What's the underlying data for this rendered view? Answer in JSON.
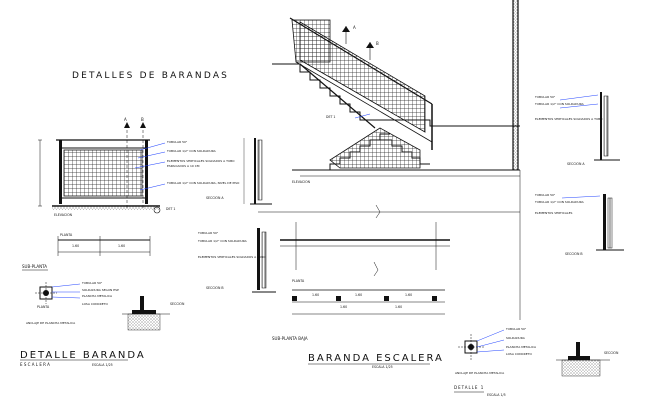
{
  "titles": {
    "detalles": "DETALLES DE BARANDAS",
    "detalle_baranda": "DETALLE BARANDA",
    "escaleras": "ESCALERA",
    "escala_left": "ESCALA 1/25",
    "baranda_escalera": "BARANDA ESCALERA",
    "escala_mid": "ESCALA 1/25",
    "detalle_right": "DETALLE 1",
    "escala_right": "ESCALA 1/5"
  },
  "labels": {
    "det1_marker": "DET 1",
    "det1_elev": "DET 1",
    "elevacion": "ELEVACION",
    "elevacion2": "ELEVACION",
    "seccion_a1": "SECCION A",
    "seccion_b1": "SECCION B",
    "seccion_a2": "SECCION A",
    "seccion_b2": "SECCION B",
    "planta1": "PLANTA",
    "planta2": "PLANTA",
    "planta3": "PLANTA",
    "sub_planta": "SUB-PLANTA",
    "sub_planta_baja": "SUB-PLANTA BAJA",
    "seccion_small": "SECCION",
    "seccion_small2": "SECCION",
    "a1": "A",
    "b1": "B",
    "a2": "A",
    "b2": "B"
  },
  "dims": {
    "d1": "1.60",
    "d2": "1.60",
    "d3": "1.60",
    "d4": "1.60",
    "d5": "1.60",
    "d6": "1.60",
    "d7": "1.60"
  },
  "notes": {
    "tubular_top": "TUBULAR 50\"",
    "tubular_1": "TUBULAR 1/2\" CON SOLDADURA",
    "note_1": "ELEMENTOS VERTICALES SOLDADOS A TUBO",
    "note_2": "ESPACIADOS A 10 CM",
    "note_3": "TUBULAR 1/2\" CON SOLDADURA, NIVEL DE PISO",
    "tubular_r1": "TUBULAR 50\"",
    "tubular_r2": "TUBULAR 1/2\" CON SOLDADURA",
    "note_r": "ELEMENTOS VERTICALES SOLDADOS A TUBO",
    "tubular_r3": "TUBULAR 50\"",
    "tubular_r4": "TUBULAR 1/2\" CON SOLDADURA",
    "note_r2": "ELEMENTOS VERTICALES",
    "tub_mid": "TUBULAR 50\"",
    "tub_mid2": "TUBULAR 1/2\" CON SOLDADURA",
    "note_mid": "ELEMENTOS VERTICALES SOLDADOS A TUBO",
    "det_left1": "TUBULAR 50\"",
    "det_left2": "SOLDADURA SEGUN ESP",
    "det_left3": "PLANCHA METALICA",
    "det_left4": "LOSA CONCRETO",
    "anclaje": "ANCLAJE DE PLANCHA METALICA",
    "det_r1": "TUBULAR 50\"",
    "det_r2": "SOLDADURA",
    "det_r3": "PLANCHA METALICA",
    "det_r4": "LOSA CONCRETO",
    "anclaje2": "ANCLAJE DE PLANCHA METALICA"
  }
}
